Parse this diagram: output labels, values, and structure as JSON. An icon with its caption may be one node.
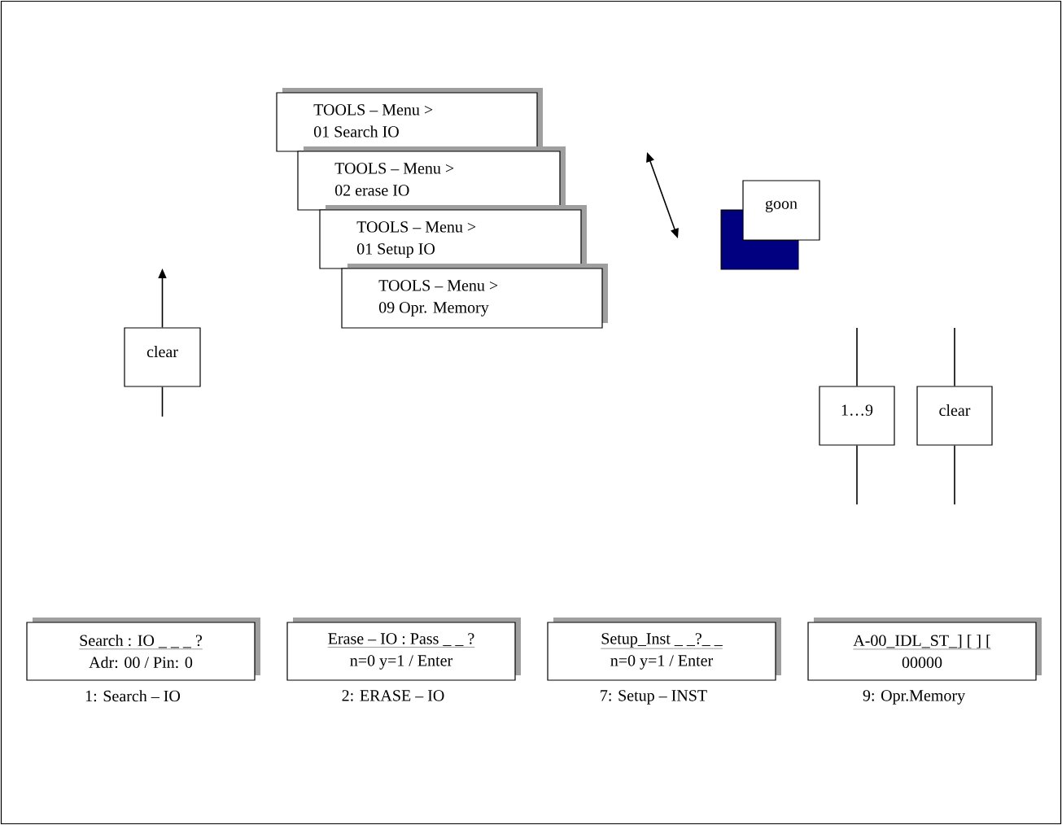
{
  "diagram": {
    "nodes": [
      {
        "text": [
          "TOOLS – Menu >",
          "01 Search IO"
        ]
      },
      {
        "text": [
          "TOOLS – Menu >",
          "02 erase IO"
        ]
      },
      {
        "text": [
          "TOOLS – Menu >",
          "01 Setup IO"
        ]
      },
      {
        "text": [
          "TOOLS – Menu >",
          "09 Opr. Memory"
        ]
      },
      {
        "text": [
          "goon"
        ]
      },
      {
        "text": [
          "clear"
        ]
      },
      {
        "text": [
          "1…9"
        ]
      },
      {
        "text": [
          "clear"
        ]
      },
      {
        "text": [
          "Search : IO _ _ _ ?",
          "Adr: 00 / Pin: 0"
        ],
        "beside": [
          "1: Search – IO"
        ]
      },
      {
        "text": [
          "Erase – IO : Pass _ _ ?",
          "n=0 y=1 / Enter"
        ],
        "beside": [
          "2: ERASE – IO"
        ]
      },
      {
        "text": [
          "Setup_Inst _ _?_ _",
          "n=0 y=1 / Enter"
        ],
        "beside": [
          "7: Setup – INST"
        ]
      },
      {
        "text": [
          "A-00_IDL_ST_] [ ] [",
          "00000"
        ],
        "beside": [
          "9: Opr.Memory"
        ]
      }
    ],
    "edges": [
      {
        "from": 5,
        "to": null,
        "arrow": "to"
      },
      {
        "from": null,
        "to": 5,
        "arrow": "none"
      },
      {
        "from": null,
        "to": 6,
        "arrow": "none"
      },
      {
        "from": 6,
        "to": null,
        "arrow": "none"
      },
      {
        "from": null,
        "to": 7,
        "arrow": "none"
      },
      {
        "from": 7,
        "to": null,
        "arrow": "none"
      }
    ]
  }
}
